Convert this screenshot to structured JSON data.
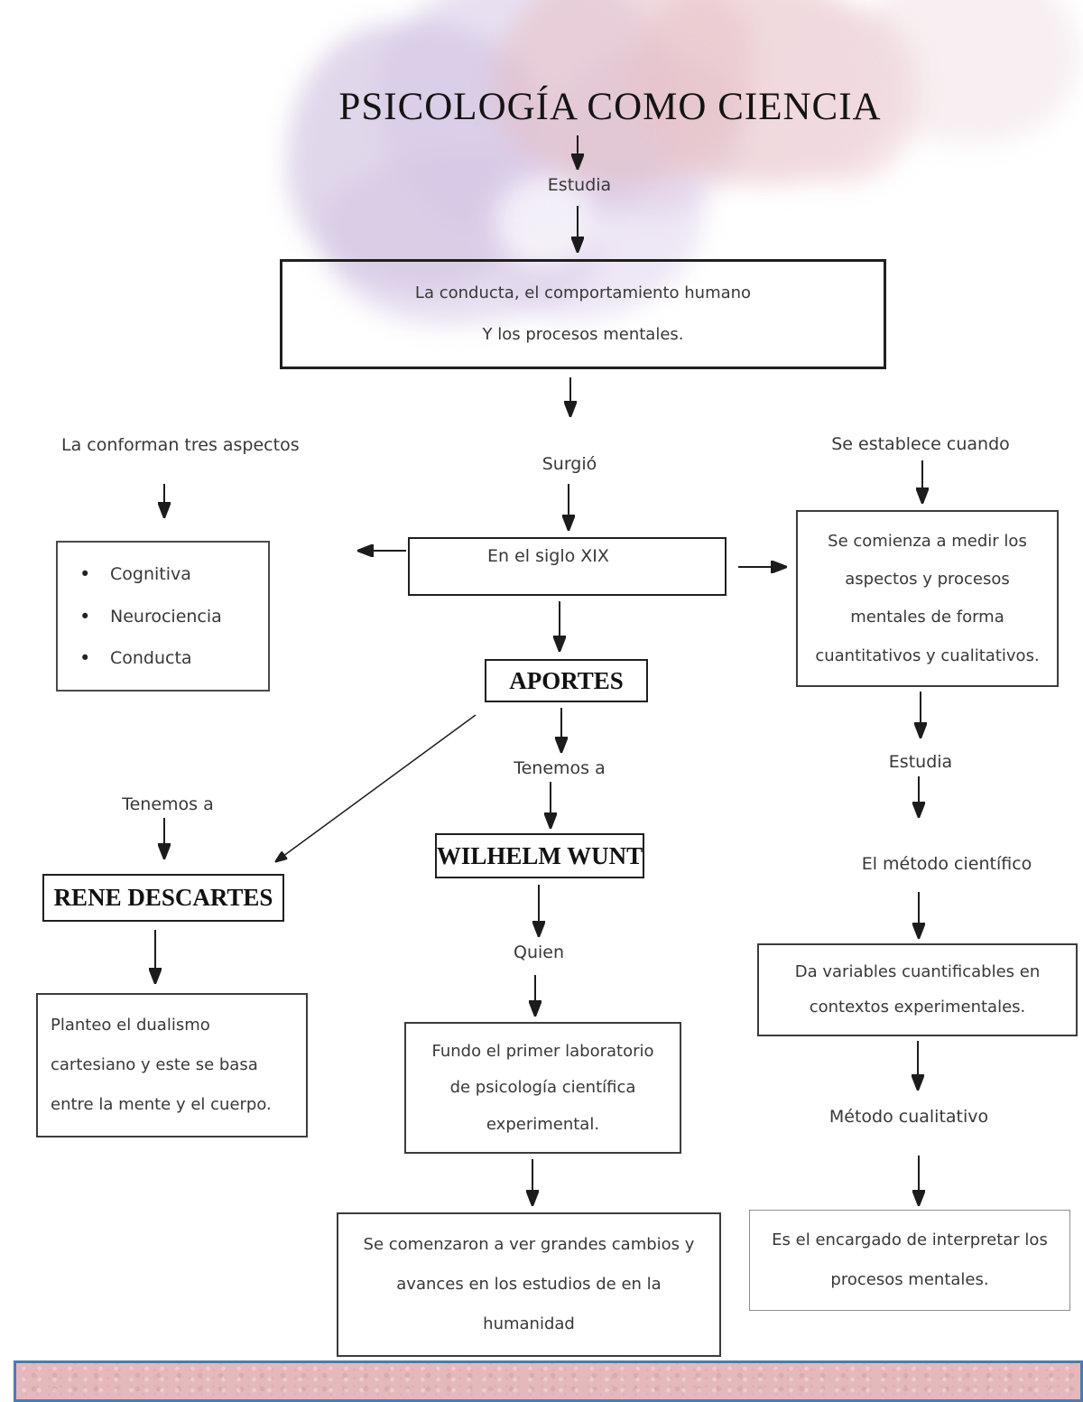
{
  "title": "PSICOLOGÍA COMO CIENCIA",
  "labels": {
    "estudia_top": "Estudia",
    "conforman": "La conforman tres aspectos",
    "surgio": "Surgió",
    "establece": "Se establece cuando",
    "tenemos_center": "Tenemos a",
    "tenemos_left": "Tenemos a",
    "quien": "Quien",
    "estudia_right": "Estudia",
    "metodo_cientifico": "El método científico",
    "metodo_cualitativo": "Método cualitativo"
  },
  "boxes": {
    "conducta": {
      "lines": [
        "La conducta, el comportamiento humano",
        "Y los procesos mentales."
      ]
    },
    "aspectos": {
      "items": [
        "Cognitiva",
        "Neurociencia",
        "Conducta"
      ]
    },
    "siglo": {
      "text": "En el siglo XIX"
    },
    "medir": {
      "lines": [
        "Se comienza a medir los",
        "aspectos y procesos",
        "mentales de forma",
        "cuantitativos y cualitativos."
      ]
    },
    "aportes": {
      "text": "APORTES"
    },
    "wunt": {
      "text": "WILHELM WUNT"
    },
    "rene": {
      "text": "RENE DESCARTES"
    },
    "planteo": {
      "lines": [
        "Planteo el dualismo",
        "cartesiano y este se basa",
        "entre la mente y el cuerpo."
      ]
    },
    "laboratorio": {
      "lines": [
        "Fundo el primer laboratorio",
        "de psicología científica",
        "experimental."
      ]
    },
    "cambios": {
      "lines": [
        "Se comenzaron a ver grandes cambios y",
        "avances en los estudios de en la",
        "humanidad"
      ]
    },
    "variables": {
      "lines": [
        "Da variables cuantificables en",
        "contextos experimentales."
      ]
    },
    "interpretar": {
      "lines": [
        "Es el encargado de interpretar los",
        "procesos mentales."
      ]
    }
  },
  "colors": {
    "connector": "#1c1c1c",
    "footer_fill": "#e5b8bc",
    "footer_border": "#4d7bae",
    "watercolor_purple": "#d6c9e3",
    "watercolor_pink": "#e8c3c8"
  }
}
